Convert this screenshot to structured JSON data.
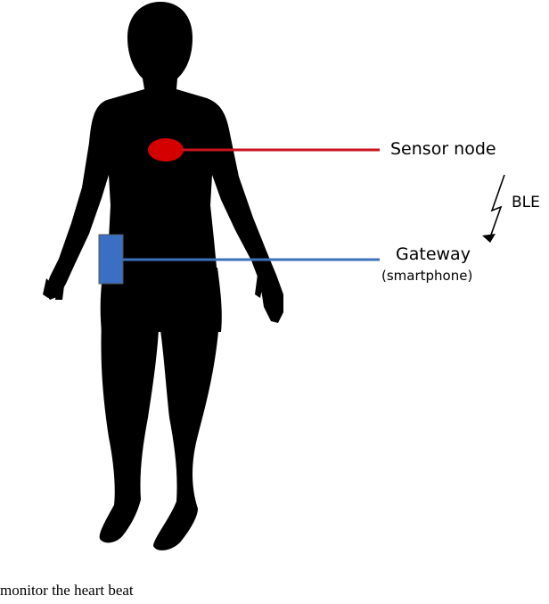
{
  "labels": {
    "sensor_node": "Sensor node",
    "ble": "BLE",
    "gateway": "Gateway",
    "gateway_sub": "(smartphone)"
  },
  "caption": "monitor the heart beat",
  "colors": {
    "silhouette": "#000000",
    "sensor": "#d40000",
    "gateway": "#3a6fc4",
    "sensor_line": "#c8141e",
    "gateway_line": "#3f72bb"
  },
  "icons": {
    "human": "human-silhouette-icon",
    "sensor": "heart-sensor-icon",
    "gateway": "smartphone-icon",
    "wireless": "lightning-arrow-icon"
  }
}
